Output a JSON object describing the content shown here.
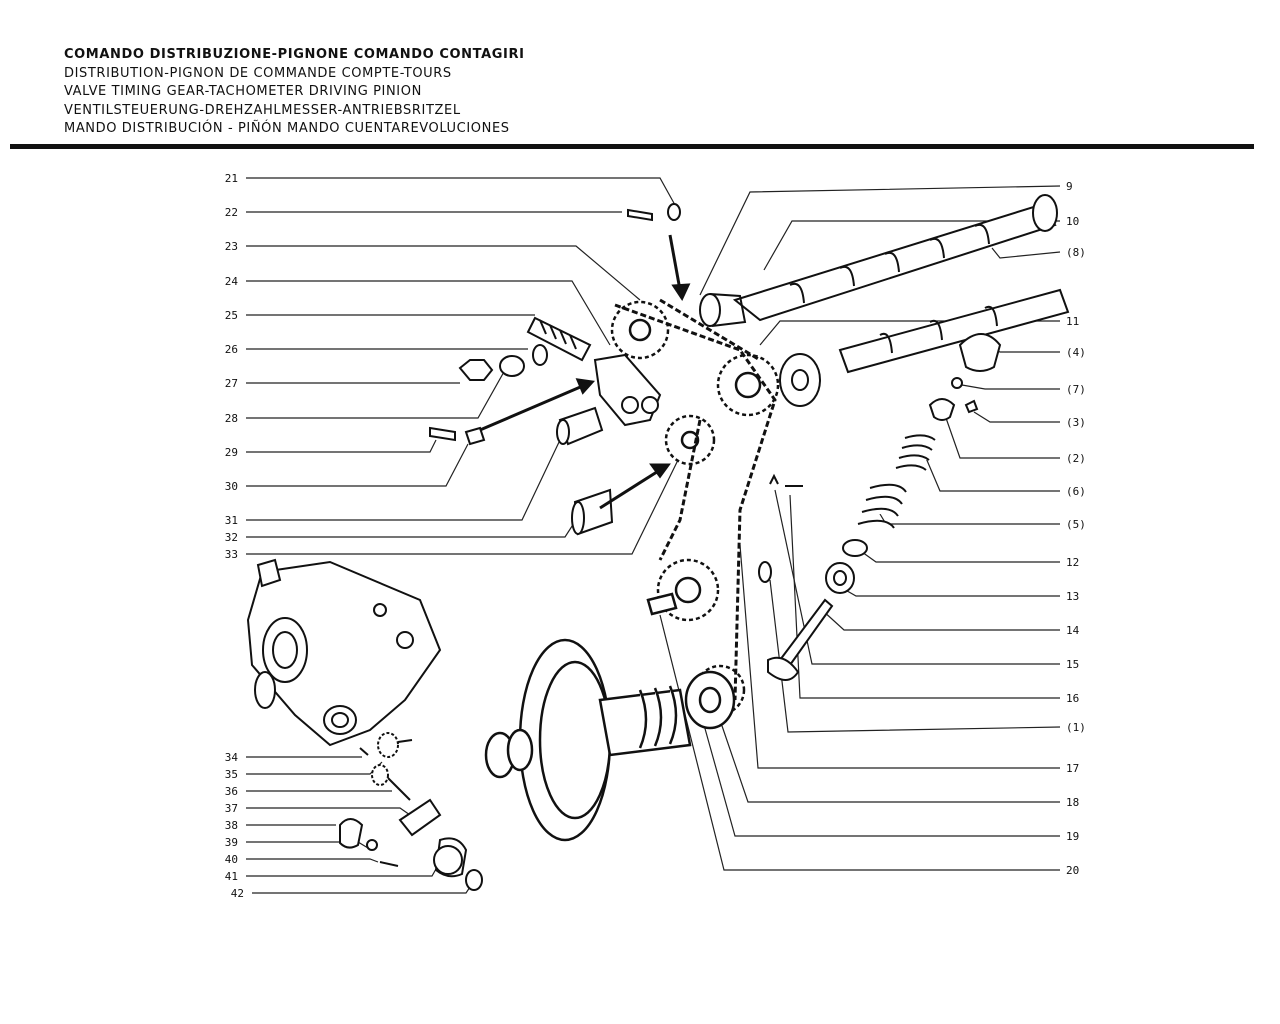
{
  "titles": [
    "COMANDO DISTRIBUZIONE-PIGNONE COMANDO CONTAGIRI",
    "DISTRIBUTION-PIGNON DE COMMANDE COMPTE-TOURS",
    "VALVE TIMING GEAR-TACHOMETER DRIVING PINION",
    "VENTILSTEUERUNG-DREHZAHLMESSER-ANTRIEBSRITZEL",
    "MANDO DISTRIBUCIÓN - PIÑÓN MANDO CUENTAREVOLUCIONES"
  ],
  "callouts_left": [
    "21",
    "22",
    "23",
    "24",
    "25",
    "26",
    "27",
    "28",
    "29",
    "30",
    "31",
    "32",
    "33",
    "34",
    "35",
    "36",
    "37",
    "38",
    "39",
    "40",
    "41",
    "42"
  ],
  "callouts_right": [
    "9",
    "10",
    "(8)",
    "11",
    "(4)",
    "(7)",
    "(3)",
    "(2)",
    "(6)",
    "(5)",
    "12",
    "13",
    "14",
    "15",
    "16",
    "(1)",
    "17",
    "18",
    "19",
    "20"
  ]
}
